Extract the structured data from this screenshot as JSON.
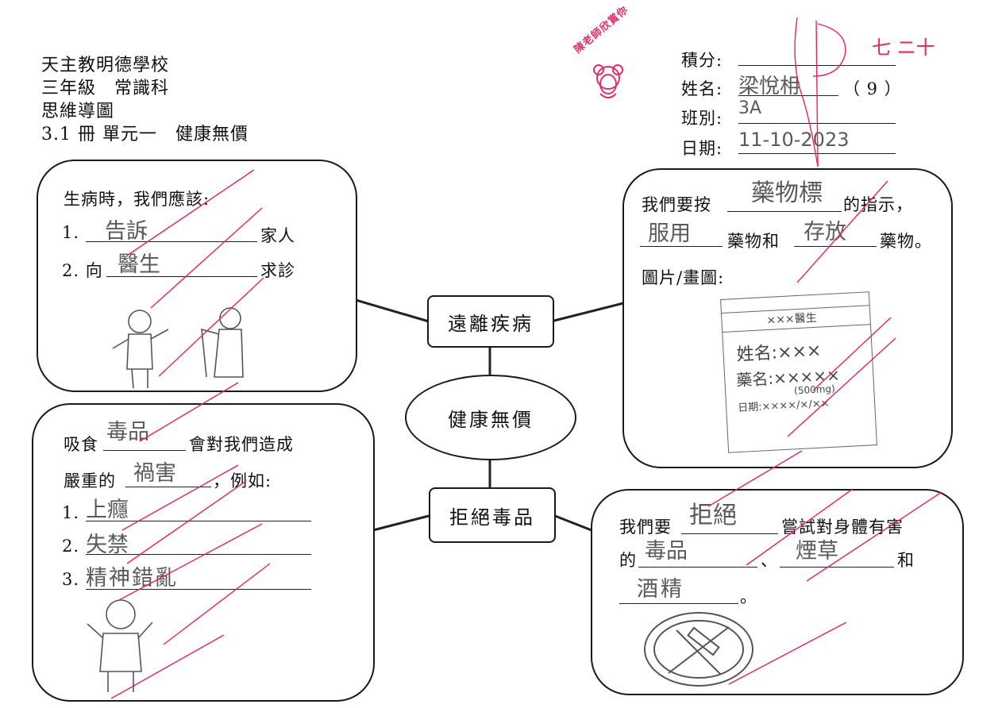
{
  "header": {
    "school": "天主教明德學校",
    "grade_subject": "三年級　常識科",
    "worksheet_type": "思維導圖",
    "unit": "3.1 冊 單元一　健康無價"
  },
  "info": {
    "score_label": "積分:",
    "name_label": "姓名:",
    "name_value": "梁悅枏",
    "class_no": "（ 9 ）",
    "class_label": "班別:",
    "class_value": "3A",
    "date_label": "日期:",
    "date_value": "11-10-2023",
    "score_mark": "七 ニ十"
  },
  "stamp": {
    "text": "陳老師欣賞你"
  },
  "center": {
    "label": "健康無價"
  },
  "branches": {
    "left": "遠離疾病",
    "right": "拒絕毒品"
  },
  "box_sick": {
    "intro": "生病時，我們應該:",
    "item1_num": "1.",
    "item1_answer": "告訴",
    "item1_suffix": "家人",
    "item2_prefix": "2. 向",
    "item2_answer": "醫生",
    "item2_suffix": "求診"
  },
  "box_medicine": {
    "line1_prefix": "我們要按",
    "line1_answer": "藥物標",
    "line1_suffix": "的指示，",
    "line2_answer1": "服用",
    "line2_mid": "藥物和",
    "line2_answer2": "存放",
    "line2_suffix": "藥物。",
    "picture_label": "圖片/畫圖:",
    "drawing": {
      "header": "×××醫生",
      "name_line": "姓名:×××",
      "drug_line": "藥名:×××××",
      "dose": "(500mg)",
      "date_line": "日期:××××/×/××"
    }
  },
  "box_drugs": {
    "line1_prefix": "吸食",
    "line1_answer": "毒品",
    "line1_suffix": "會對我們造成",
    "line2_prefix": "嚴重的",
    "line2_answer": "禍害",
    "line2_suffix": "，例如:",
    "items": [
      {
        "num": "1.",
        "answer": "上癮"
      },
      {
        "num": "2.",
        "answer": "失禁"
      },
      {
        "num": "3.",
        "answer": "精神錯亂"
      }
    ]
  },
  "box_refuse": {
    "line1_prefix": "我們要",
    "line1_answer": "拒絕",
    "line1_suffix": "嘗試對身體有害",
    "line2_prefix": "的",
    "line2_answer1": "毒品",
    "line2_sep": "、",
    "line2_answer2": "煙草",
    "line2_suffix": "和",
    "line3_answer": "酒精",
    "line3_suffix": "。"
  },
  "colors": {
    "ink": "#1a1a1a",
    "pencil": "#5a5a5a",
    "red_mark": "#e8245a",
    "stamp": "#e0306a"
  }
}
